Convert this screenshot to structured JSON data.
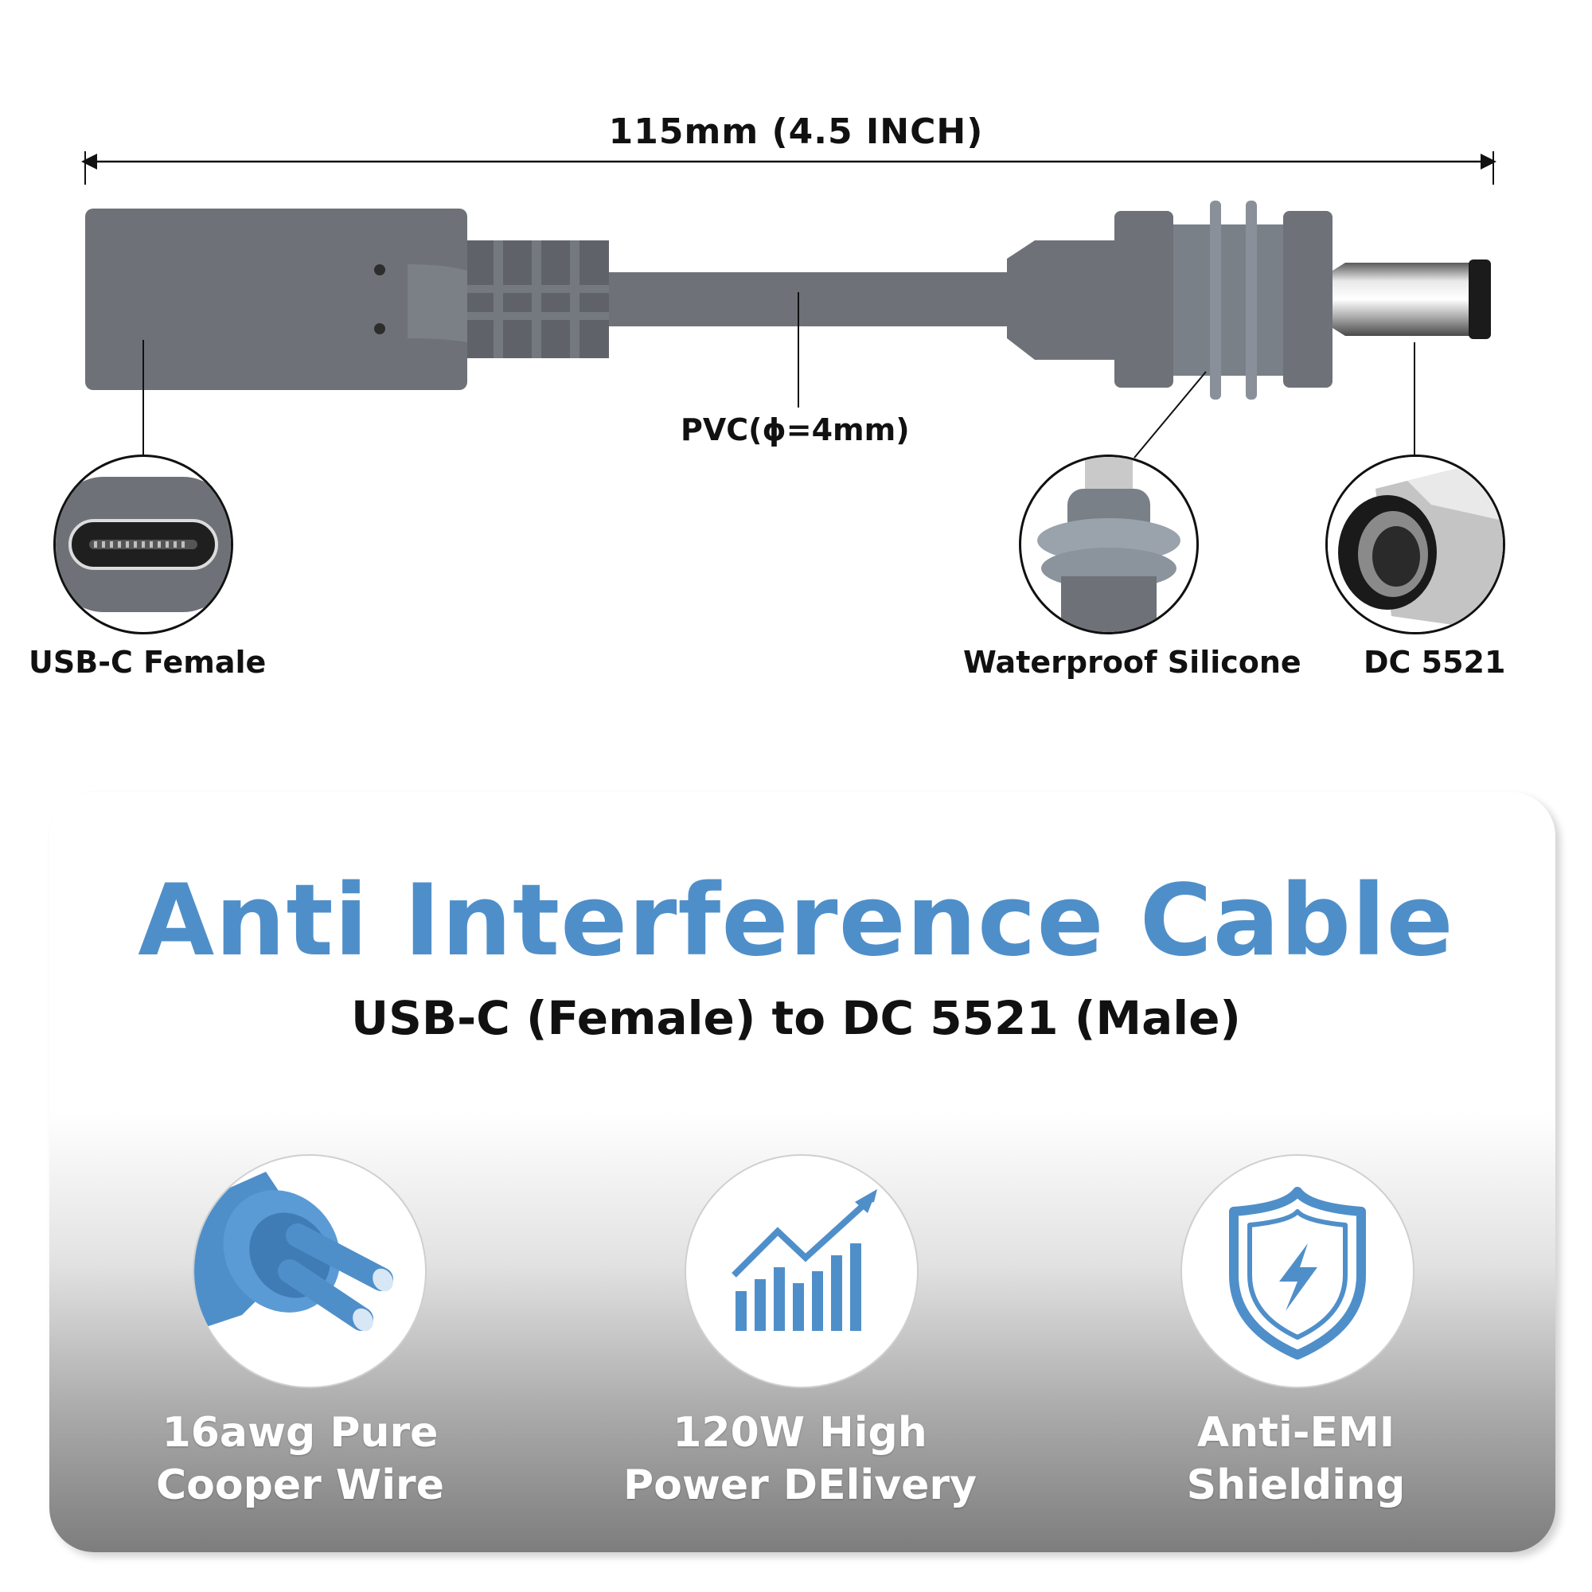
{
  "diagram": {
    "length_label": "115mm (4.5 INCH)",
    "cable_label": "PVC(ϕ=4mm)",
    "parts": {
      "usbc": "USB-C Female",
      "silicone": "Waterproof Silicone",
      "dc": "DC 5521"
    }
  },
  "panel": {
    "title": "Anti Interference Cable",
    "subtitle": "USB-C (Female) to DC 5521 (Male)",
    "features": [
      {
        "line1": "16awg Pure",
        "line2": "Cooper Wire",
        "icon": "wire-icon"
      },
      {
        "line1": "120W High",
        "line2": "Power DElivery",
        "icon": "growth-chart-icon"
      },
      {
        "line1": "Anti-EMI",
        "line2": "Shielding",
        "icon": "shield-bolt-icon"
      }
    ]
  },
  "colors": {
    "accent": "#4f8fc9",
    "cable_gray": "#6e7278",
    "panel_dark": "#7d7d7d"
  }
}
